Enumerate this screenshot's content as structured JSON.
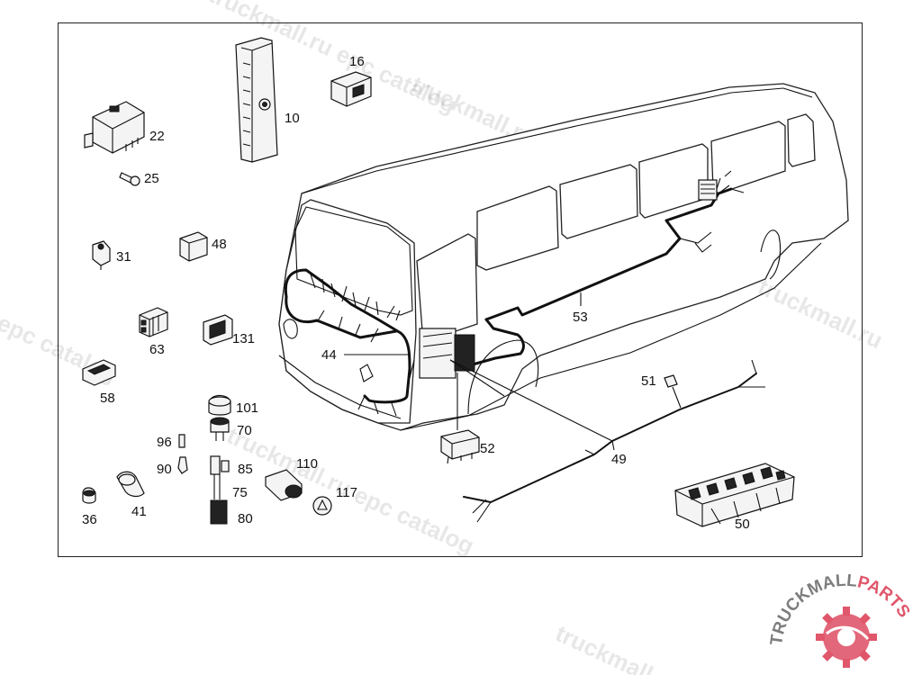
{
  "diagram": {
    "labels": {
      "p10": "10",
      "p16": "16",
      "p22": "22",
      "p25": "25",
      "p31": "31",
      "p48": "48",
      "p63": "63",
      "p131": "131",
      "p58": "58",
      "p101": "101",
      "p70": "70",
      "p96": "96",
      "p90": "90",
      "p85": "85",
      "p110": "110",
      "p117": "117",
      "p75": "75",
      "p80": "80",
      "p36": "36",
      "p41": "41",
      "p44": "44",
      "p53": "53",
      "p51": "51",
      "p52": "52",
      "p49": "49",
      "p50": "50"
    }
  },
  "watermark": {
    "text_ru": "truckmall.ru epc catalog",
    "text_short": "truckmall.ru",
    "text_epc": "epc catalog",
    "text_trunc": "truckmall.ru epc catalog"
  },
  "logo": {
    "brand_main": "TRUCKMALL",
    "brand_accent": "PARTS",
    "accent_color": "#e0566b",
    "main_color": "#7d7d7d"
  }
}
